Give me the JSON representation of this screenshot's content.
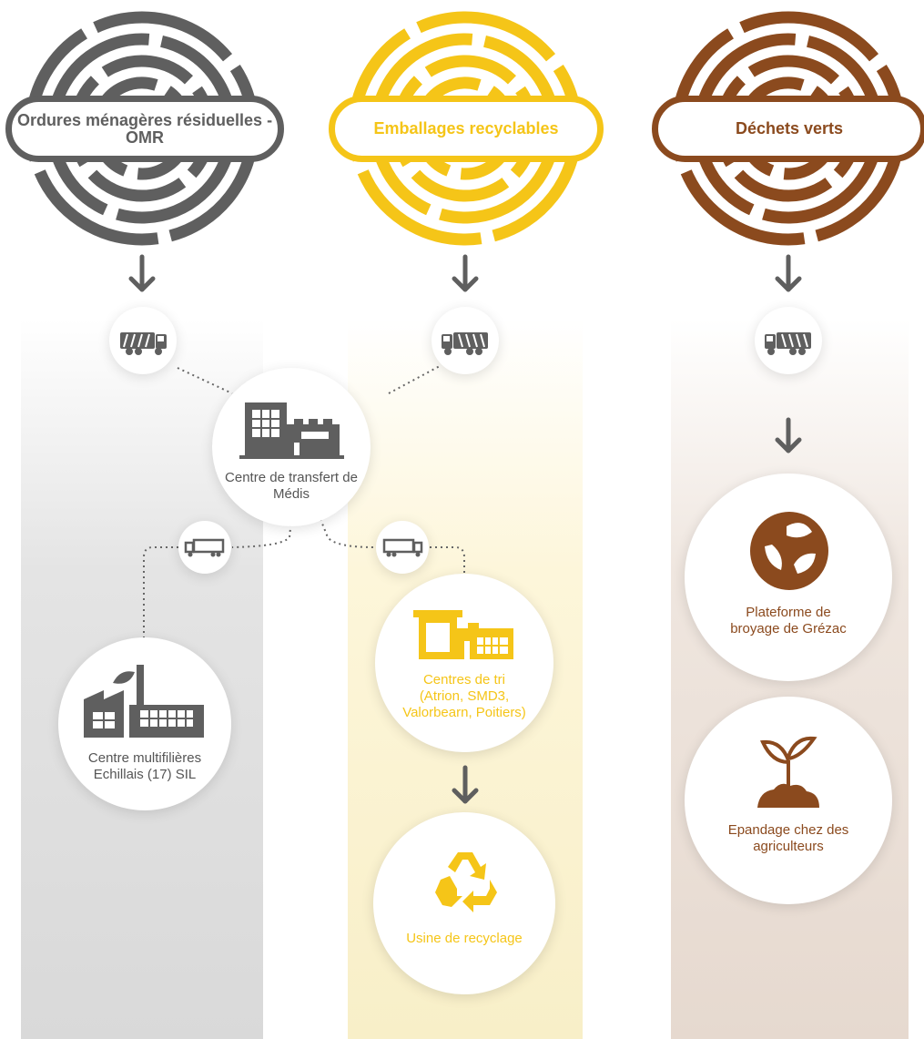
{
  "streams": [
    {
      "title": "Ordures ménagères résiduelles - OMR",
      "color": "#5f5f5f"
    },
    {
      "title": "Emballages recyclables",
      "color": "#f5c518"
    },
    {
      "title": "Déchets verts",
      "color": "#8b4a1e"
    }
  ],
  "nodes": {
    "transfert": "Centre de transfert de Médis",
    "multifilieres": "Centre multifilières Echillais (17) SIL",
    "tri": "Centres de tri (Atrion, SMD3, Valorbearn, Poitiers)",
    "recyclage": "Usine de recyclage",
    "broyage": "Plateforme de broyage de Grézac",
    "epandage": "Epandage chez des agriculteurs"
  },
  "icons": [
    "compactor-truck-icon",
    "transfer-building-icon",
    "semi-truck-icon",
    "factory-icon",
    "sorting-center-icon",
    "recycle-icon",
    "leaves-icon",
    "sprout-icon"
  ]
}
